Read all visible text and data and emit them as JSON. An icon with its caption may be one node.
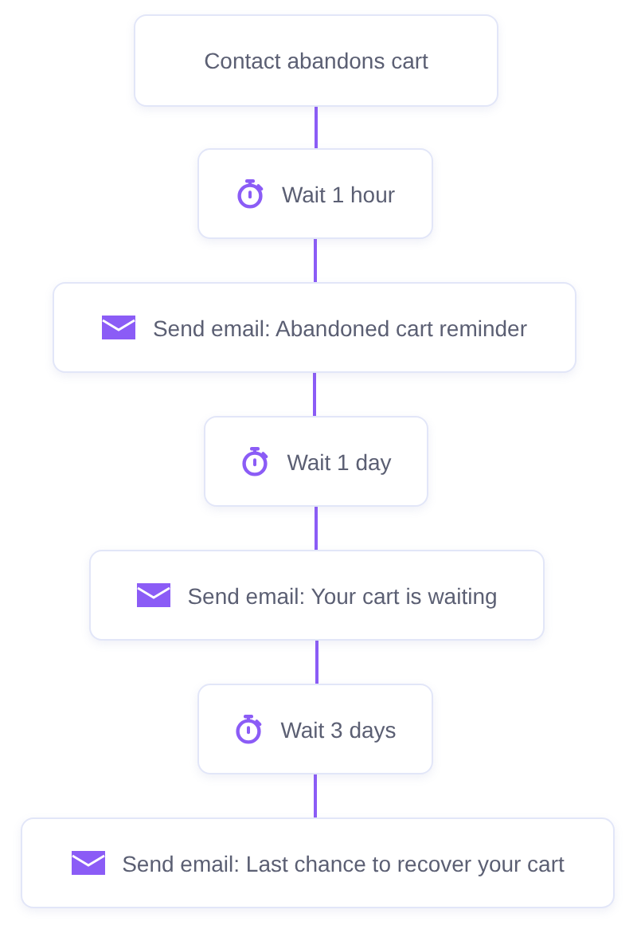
{
  "diagram": {
    "nodes": [
      {
        "text": [
          "Contact abandons cart"
        ]
      },
      {
        "text": [
          "Wait 1 hour"
        ]
      },
      {
        "text": [
          "Send email: Abandoned cart reminder"
        ]
      },
      {
        "text": [
          "Wait 1 day"
        ]
      },
      {
        "text": [
          "Send email: Your cart is waiting"
        ]
      },
      {
        "text": [
          "Wait 3 days"
        ]
      },
      {
        "text": [
          "Send email: Last chance to recover your cart"
        ]
      }
    ],
    "edges": [
      {
        "from": 0,
        "to": 1,
        "arrow": "none"
      },
      {
        "from": 1,
        "to": 2,
        "arrow": "none"
      },
      {
        "from": 2,
        "to": 3,
        "arrow": "none"
      },
      {
        "from": 3,
        "to": 4,
        "arrow": "none"
      },
      {
        "from": 4,
        "to": 5,
        "arrow": "none"
      },
      {
        "from": 5,
        "to": 6,
        "arrow": "none"
      }
    ]
  }
}
